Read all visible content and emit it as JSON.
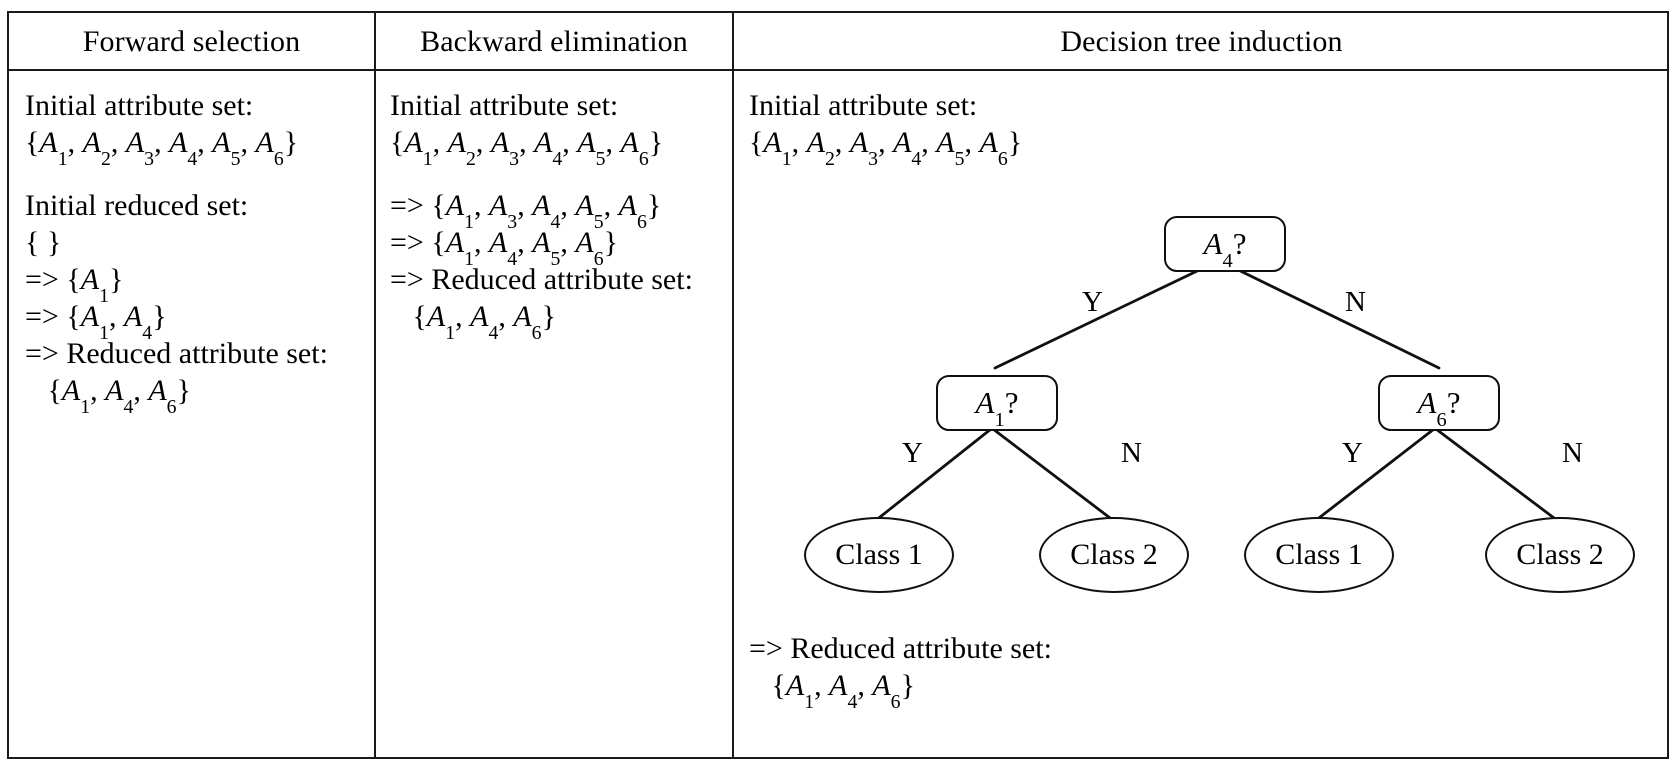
{
  "figure": {
    "columns": [
      {
        "id": "forward-selection",
        "header": "Forward selection",
        "lines": [
          {
            "t": "Initial attribute set:"
          },
          {
            "t": "{A1, A2, A3, A4, A5, A6}"
          },
          {
            "t": ""
          },
          {
            "t": "Initial reduced set:"
          },
          {
            "t": "{ }"
          },
          {
            "t": "=> {A1}"
          },
          {
            "t": "=> {A1, A4}"
          },
          {
            "t": "=> Reduced attribute set:"
          },
          {
            "t": "   {A1, A4, A6}"
          }
        ]
      },
      {
        "id": "backward-elimination",
        "header": "Backward elimination",
        "lines": [
          {
            "t": "Initial attribute set:"
          },
          {
            "t": "{A1, A2, A3, A4, A5, A6}"
          },
          {
            "t": ""
          },
          {
            "t": "=> {A1, A3, A4, A5, A6}"
          },
          {
            "t": "=> {A1, A4, A5, A6}"
          },
          {
            "t": "=> Reduced attribute set:"
          },
          {
            "t": "   {A1, A4, A6}"
          }
        ]
      },
      {
        "id": "decision-tree-induction",
        "header": "Decision tree induction",
        "top_lines": [
          {
            "t": "Initial attribute set:"
          },
          {
            "t": "{A1, A2, A3, A4, A5, A6}"
          }
        ],
        "bottom_lines": [
          {
            "t": "=> Reduced attribute set:"
          },
          {
            "t": "   {A1, A4, A6}"
          }
        ]
      }
    ],
    "tree": {
      "nodes": [
        {
          "id": "root",
          "label_base": "A",
          "label_sub": "4",
          "label_suffix": "?"
        },
        {
          "id": "left",
          "label_base": "A",
          "label_sub": "1",
          "label_suffix": "?"
        },
        {
          "id": "right",
          "label_base": "A",
          "label_sub": "6",
          "label_suffix": "?"
        }
      ],
      "leaves": [
        {
          "id": "leaf-1",
          "label": "Class 1"
        },
        {
          "id": "leaf-2",
          "label": "Class 2"
        },
        {
          "id": "leaf-3",
          "label": "Class 1"
        },
        {
          "id": "leaf-4",
          "label": "Class 2"
        }
      ],
      "edge_labels": [
        {
          "id": "root-yes",
          "label": "Y"
        },
        {
          "id": "root-no",
          "label": "N"
        },
        {
          "id": "left-yes",
          "label": "Y"
        },
        {
          "id": "left-no",
          "label": "N"
        },
        {
          "id": "right-yes",
          "label": "Y"
        },
        {
          "id": "right-no",
          "label": "N"
        }
      ]
    },
    "colors": {
      "border": "#1a1a1a",
      "text": "#000000",
      "background": "#ffffff"
    }
  }
}
